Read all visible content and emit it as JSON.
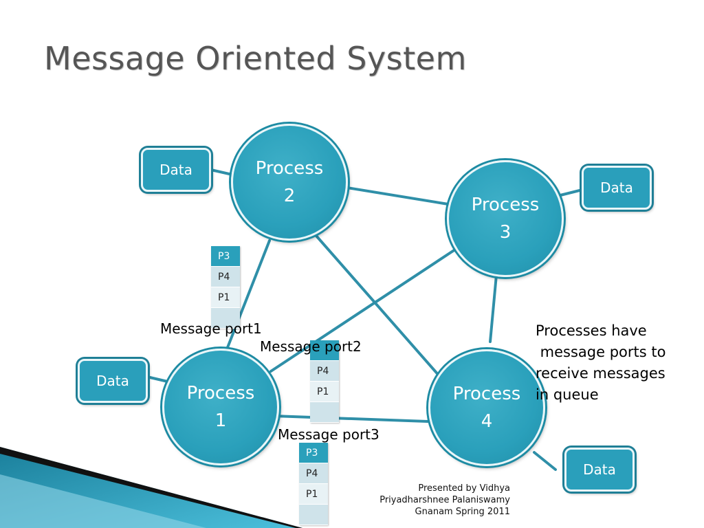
{
  "slide": {
    "title": "Message Oriented System",
    "processes": [
      {
        "id": "p1",
        "line1": "Process",
        "line2": "1"
      },
      {
        "id": "p2",
        "line1": "Process",
        "line2": "2"
      },
      {
        "id": "p3",
        "line1": "Process",
        "line2": "3"
      },
      {
        "id": "p4",
        "line1": "Process",
        "line2": "4"
      }
    ],
    "data_label": "Data",
    "queues": [
      {
        "rows": [
          "P3",
          "P4",
          "P1",
          ""
        ]
      },
      {
        "rows": [
          "",
          "P4",
          "P1",
          ""
        ]
      },
      {
        "rows": [
          "P3",
          "P4",
          "P1",
          ""
        ]
      }
    ],
    "port_labels": [
      "Message port1",
      "Message port2",
      "Message port3"
    ],
    "note_lines": [
      "Processes have",
      " message ports to",
      "receive messages",
      "in queue"
    ],
    "footer_lines": [
      "Presented by Vidhya",
      "Priyadharshnee Palaniswamy",
      "Gnanam Spring 2011"
    ],
    "colors": {
      "accent": "#2aa0bb",
      "line": "#2f8fa8",
      "title": "#555555"
    }
  }
}
